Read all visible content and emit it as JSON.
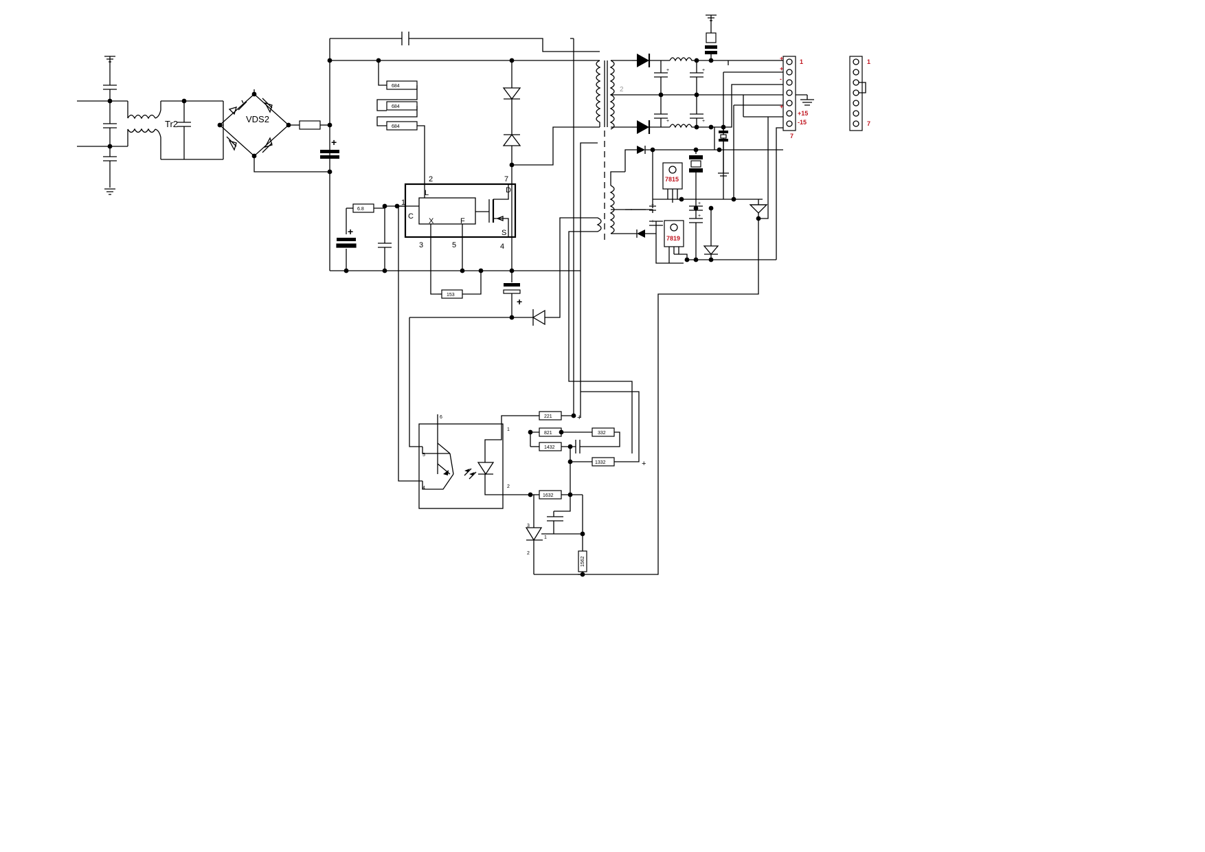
{
  "labels": {
    "transformer": "Tr2",
    "bridge": "VDS2",
    "regulator_1": "7815",
    "regulator_2": "7819",
    "secondary_pin": "2"
  },
  "ic_pins": {
    "p1": "1",
    "p2": "2",
    "p3": "3",
    "p4": "4",
    "p5": "5",
    "p7": "7",
    "C": "C",
    "L": "L",
    "X": "X",
    "F": "F",
    "D": "D",
    "S": "S"
  },
  "opto_pins": {
    "p1": "1",
    "p2": "2",
    "p4": "4",
    "p5": "5",
    "p6": "6"
  },
  "tl431_pins": {
    "p1": "1",
    "p2": "2",
    "p3": "3"
  },
  "resistors": {
    "r684a": "684",
    "r684b": "684",
    "r684c": "684",
    "r68": "6.8",
    "r153": "153",
    "r221": "221",
    "r821": "821",
    "r332": "332",
    "r1432": "1432",
    "r1332": "1332",
    "r1632": "1632",
    "r1562": "1562"
  },
  "connector_left": {
    "pin_first": "1",
    "pin_last": "7",
    "plus1": "+",
    "plus2": "+",
    "minus": "-",
    "plus3": "+",
    "p15": "+15",
    "m15": "-15"
  },
  "connector_right": {
    "pin_first": "1",
    "pin_last": "7"
  },
  "polarity_marks": {
    "plus": "+"
  }
}
